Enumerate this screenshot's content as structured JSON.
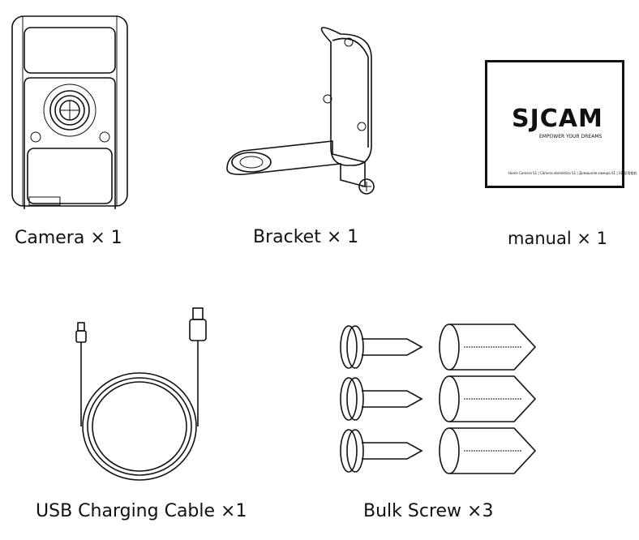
{
  "items": [
    {
      "label": "Camera × 1",
      "icon": "camera-icon"
    },
    {
      "label": "Bracket × 1",
      "icon": "bracket-icon"
    },
    {
      "label": "manual × 1",
      "icon": "manual-icon"
    },
    {
      "label": "USB Charging Cable ×1",
      "icon": "usb-cable-icon"
    },
    {
      "label": "Bulk Screw ×3",
      "icon": "screw-icon"
    }
  ],
  "manual": {
    "brand": "SJCAM",
    "tagline": "EMPOWER YOUR DREAMS",
    "footer": "Home Camera S1 | Câmera doméstica S1 | Домашняя камера S1 | S1 家用相机",
    "accent": "#e0262b"
  }
}
